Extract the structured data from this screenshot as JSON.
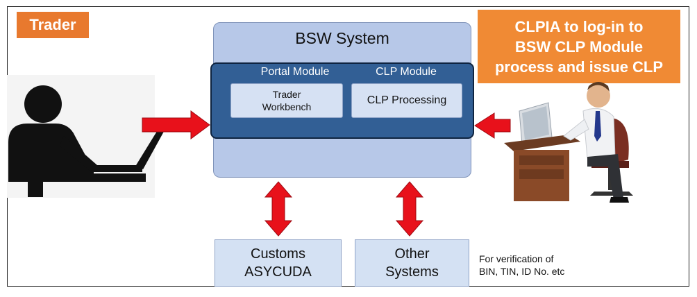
{
  "trader": {
    "label": "Trader"
  },
  "clpia": {
    "line1": "CLPIA to log-in to",
    "line2": "BSW CLP Module",
    "line3": "process and issue CLP"
  },
  "bsw": {
    "title": "BSW System",
    "portal_module": "Portal Module",
    "clp_module": "CLP Module",
    "trader_workbench": {
      "line1": "Trader",
      "line2": "Workbench"
    },
    "clp_processing": "CLP Processing"
  },
  "customs": {
    "line1": "Customs",
    "line2": "ASYCUDA"
  },
  "other_systems": {
    "line1": "Other",
    "line2": "Systems"
  },
  "verification_note": {
    "line1": "For verification of",
    "line2": "BIN, TIN, ID No. etc"
  },
  "colors": {
    "orange": "#e8792e",
    "bsw_fill": "#b7c8e8",
    "inner_fill": "#325f95",
    "arrow_red": "#e8111b",
    "box_fill": "#d4e1f3"
  },
  "icons": [
    "trader-at-laptop-icon",
    "office-worker-at-desk-icon"
  ]
}
